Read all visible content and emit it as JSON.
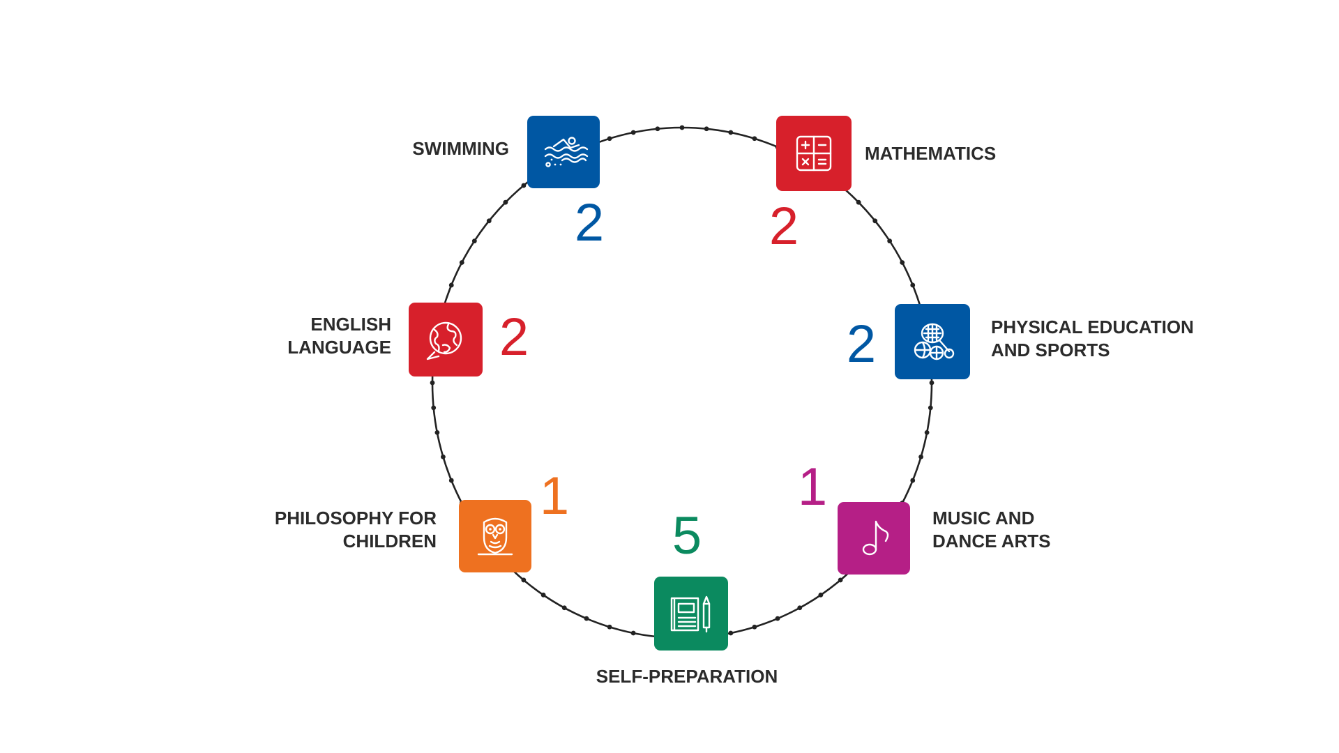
{
  "subjects": [
    {
      "id": "swimming",
      "label_lines": [
        "SWIMMING"
      ],
      "hours": "2",
      "color": "#0057a3",
      "icon": "swimmer-icon"
    },
    {
      "id": "mathematics",
      "label_lines": [
        "MATHEMATICS"
      ],
      "hours": "2",
      "color": "#d7202b",
      "icon": "calculator-icon"
    },
    {
      "id": "physical-education",
      "label_lines": [
        "PHYSICAL EDUCATION",
        "AND SPORTS"
      ],
      "hours": "2",
      "color": "#0057a3",
      "icon": "sports-balls-icon"
    },
    {
      "id": "music",
      "label_lines": [
        "MUSIC AND",
        "DANCE ARTS"
      ],
      "hours": "1",
      "color": "#b51f86",
      "icon": "music-note-icon"
    },
    {
      "id": "self-preparation",
      "label_lines": [
        "SELF-PREPARATION"
      ],
      "hours": "5",
      "color": "#0b8a5f",
      "icon": "book-pencil-icon"
    },
    {
      "id": "philosophy",
      "label_lines": [
        "PHILOSOPHY FOR",
        "CHILDREN"
      ],
      "hours": "1",
      "color": "#ee7120",
      "icon": "owl-icon"
    },
    {
      "id": "english",
      "label_lines": [
        "ENGLISH",
        "LANGUAGE"
      ],
      "hours": "2",
      "color": "#d7202b",
      "icon": "globe-chat-icon"
    }
  ],
  "ring": {
    "color": "#222222",
    "dot_color": "#222222"
  }
}
